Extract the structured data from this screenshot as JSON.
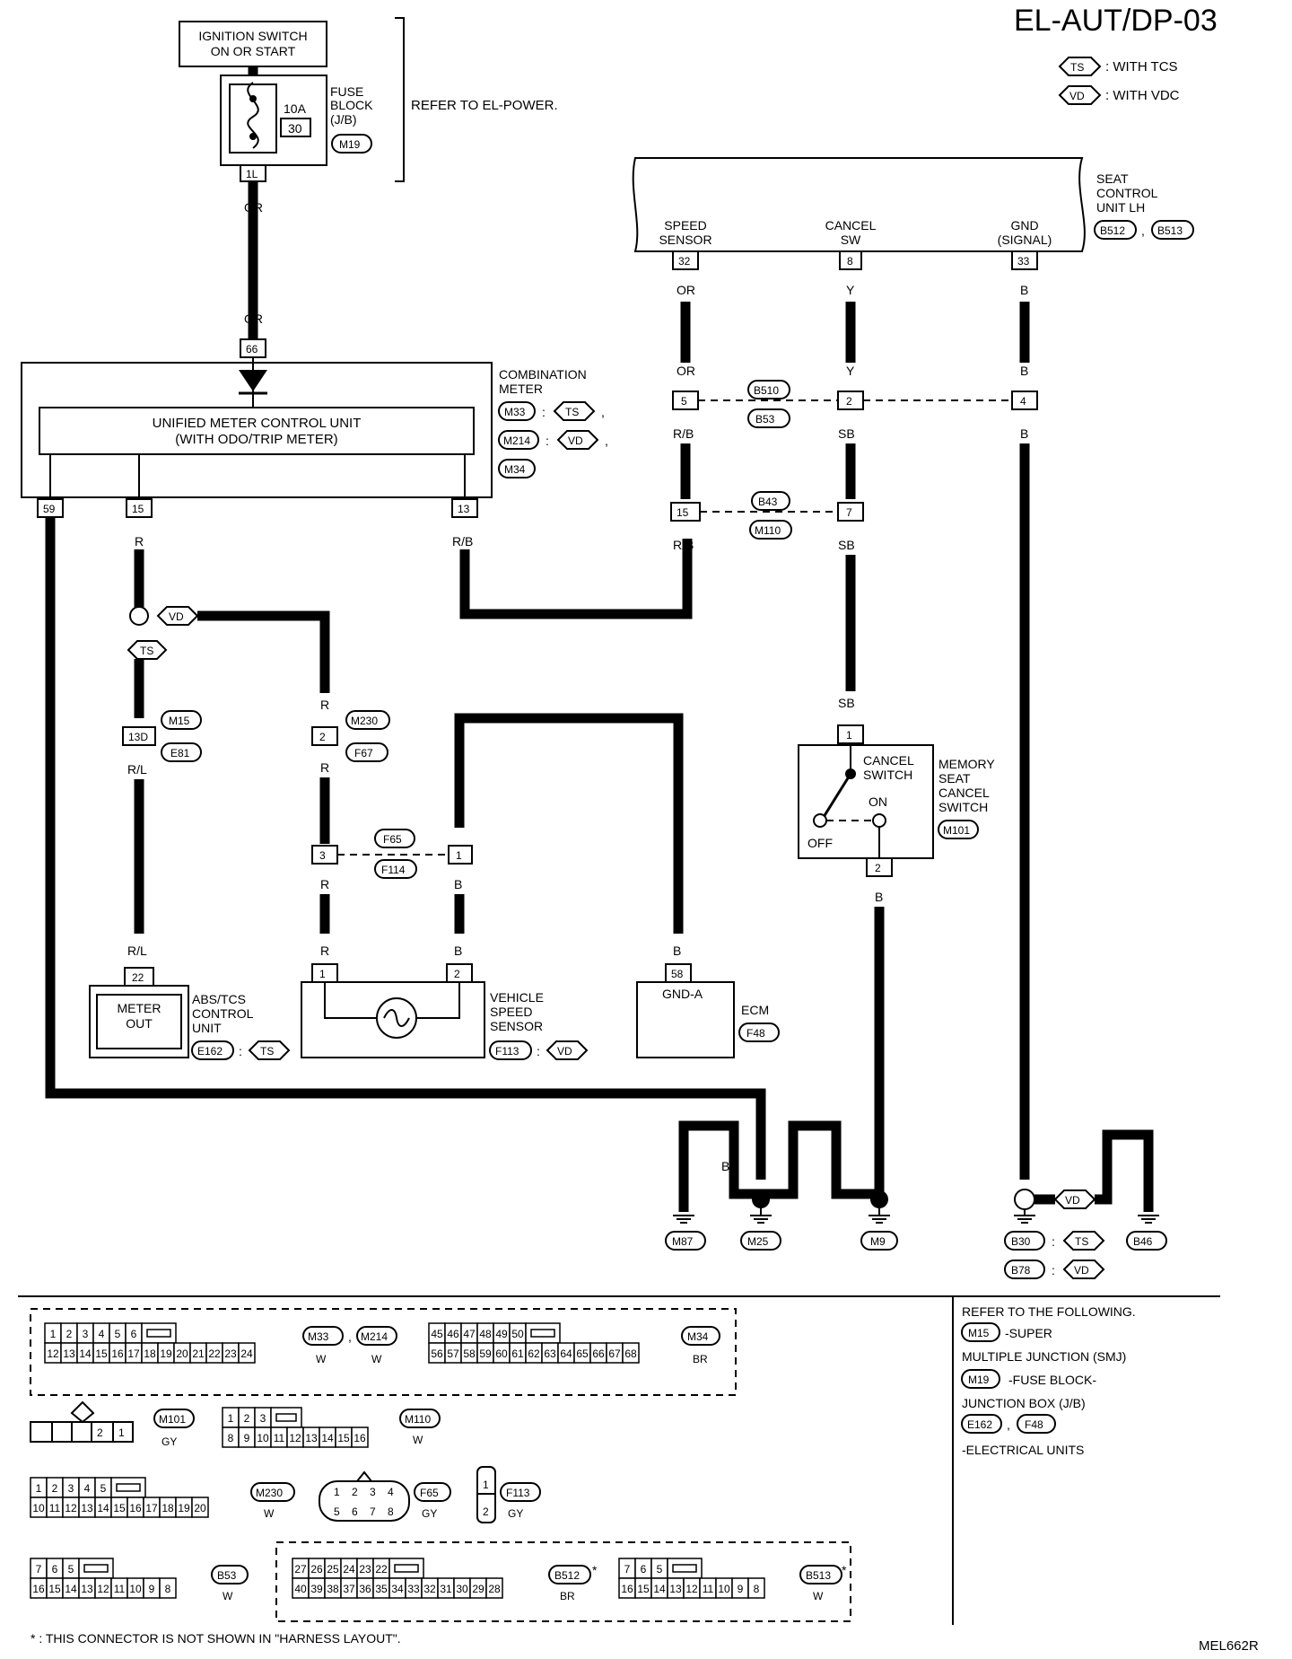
{
  "title": "EL-AUT/DP-03",
  "figure_id": "MEL662R",
  "legend": [
    {
      "tag": "TS",
      "text": ": WITH TCS"
    },
    {
      "tag": "VD",
      "text": ": WITH VDC"
    }
  ],
  "power": {
    "ignition_line1": "IGNITION SWITCH",
    "ignition_line2": "ON OR START",
    "fuse_amp": "10A",
    "fuse_no": "30",
    "fuse_block_lines": [
      "FUSE",
      "BLOCK",
      "(J/B)"
    ],
    "fuse_connector": "M19",
    "fuse_terminal": "1L",
    "refer": "REFER TO EL-POWER."
  },
  "wires": {
    "or": "OR",
    "b": "B",
    "r": "R",
    "rb": "R/B",
    "rl": "R/L",
    "y": "Y",
    "sb": "SB"
  },
  "combination_meter": {
    "label_lines": [
      "COMBINATION",
      "METER"
    ],
    "control_unit_line1": "UNIFIED METER CONTROL UNIT",
    "control_unit_line2": "(WITH ODO/TRIP METER)",
    "connectors": [
      "M33",
      "M214",
      "M34"
    ],
    "top_terminal": "66",
    "terminals": [
      "59",
      "15",
      "13"
    ]
  },
  "seat_unit": {
    "label_lines": [
      "SEAT",
      "CONTROL",
      "UNIT LH"
    ],
    "connectors": [
      "B512",
      "B513"
    ],
    "pins": [
      {
        "label1": "SPEED",
        "label2": "SENSOR",
        "no": "32"
      },
      {
        "label1": "CANCEL",
        "label2": "SW",
        "no": "8"
      },
      {
        "label1": "GND",
        "label2": "(SIGNAL)",
        "no": "33"
      }
    ]
  },
  "junctions": {
    "b510_b53": {
      "tags": [
        "B510",
        "B53"
      ],
      "pins": [
        "5",
        "2",
        "4"
      ]
    },
    "b43_m110": {
      "tags": [
        "B43",
        "M110"
      ],
      "pins": [
        "15",
        "7"
      ]
    },
    "m15_e81": {
      "tags": [
        "M15",
        "E81"
      ],
      "pin": "13D"
    },
    "m230_f67": {
      "tags": [
        "M230",
        "F67"
      ],
      "pin": "2"
    },
    "f65_f114": {
      "tags": [
        "F65",
        "F114"
      ],
      "pins": [
        "3",
        "1"
      ]
    }
  },
  "memory_switch": {
    "label_lines": [
      "MEMORY",
      "SEAT",
      "CANCEL",
      "SWITCH"
    ],
    "connector": "M101",
    "inner1": "CANCEL",
    "inner2": "SWITCH",
    "on": "ON",
    "off": "OFF",
    "pins": [
      "1",
      "2"
    ]
  },
  "abs": {
    "label_lines": [
      "ABS/TCS",
      "CONTROL",
      "UNIT"
    ],
    "connector": "E162",
    "pin": "22",
    "inner1": "METER",
    "inner2": "OUT"
  },
  "vss": {
    "label_lines": [
      "VEHICLE",
      "SPEED",
      "SENSOR"
    ],
    "connector": "F113",
    "pins": [
      "1",
      "2"
    ]
  },
  "ecm": {
    "label": "ECM",
    "connector": "F48",
    "pin": "58",
    "inner": "GND-A"
  },
  "grounds": [
    "M87",
    "M25",
    "M9",
    "B30",
    "B78",
    "B46"
  ],
  "refer_box": {
    "head": "REFER TO THE FOLLOWING.",
    "m15": "M15",
    "m15_text1": "-SUPER",
    "m15_text2": "MULTIPLE JUNCTION (SMJ)",
    "m19": "M19",
    "m19_text1": "-FUSE BLOCK-",
    "m19_text2": "JUNCTION BOX (J/B)",
    "e162": "E162",
    "f48": "F48",
    "units_text": "-ELECTRICAL UNITS"
  },
  "connector_views": {
    "m33_tag": "M33",
    "m214_tag": "M214",
    "m33_color": "W",
    "m214_color": "W",
    "m34_tag": "M34",
    "m34_color": "BR",
    "m101_tag": "M101",
    "m101_color": "GY",
    "m110_tag": "M110",
    "m110_color": "W",
    "m230_tag": "M230",
    "m230_color": "W",
    "f65_tag": "F65",
    "f65_color": "GY",
    "f113_tag": "F113",
    "f113_color": "GY",
    "b53_tag": "B53",
    "b53_color": "W",
    "b512_tag": "B512",
    "b512_color": "BR",
    "b513_tag": "B513",
    "b513_color": "W",
    "star": "*",
    "footnote": "* : THIS CONNECTOR IS NOT SHOWN IN \"HARNESS LAYOUT\"."
  }
}
